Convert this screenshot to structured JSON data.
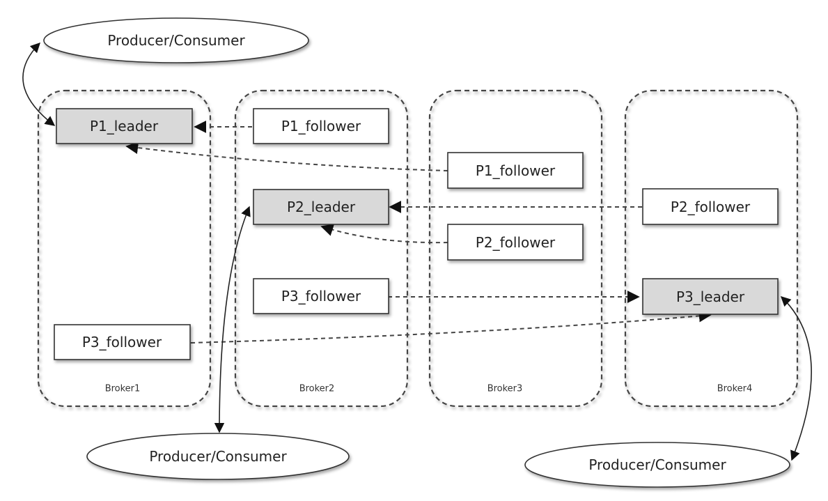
{
  "diagram": {
    "brokers": [
      {
        "id": "broker1",
        "label": "Broker1"
      },
      {
        "id": "broker2",
        "label": "Broker2"
      },
      {
        "id": "broker3",
        "label": "Broker3"
      },
      {
        "id": "broker4",
        "label": "Broker4"
      }
    ],
    "partitions": [
      {
        "id": "b1-p1-leader",
        "label": "P1_leader",
        "role": "leader",
        "broker": "broker1"
      },
      {
        "id": "b1-p3-follower",
        "label": "P3_follower",
        "role": "follower",
        "broker": "broker1"
      },
      {
        "id": "b2-p1-follower",
        "label": "P1_follower",
        "role": "follower",
        "broker": "broker2"
      },
      {
        "id": "b2-p2-leader",
        "label": "P2_leader",
        "role": "leader",
        "broker": "broker2"
      },
      {
        "id": "b2-p3-follower",
        "label": "P3_follower",
        "role": "follower",
        "broker": "broker2"
      },
      {
        "id": "b3-p1-follower",
        "label": "P1_follower",
        "role": "follower",
        "broker": "broker3"
      },
      {
        "id": "b3-p2-follower",
        "label": "P2_follower",
        "role": "follower",
        "broker": "broker3"
      },
      {
        "id": "b4-p2-follower",
        "label": "P2_follower",
        "role": "follower",
        "broker": "broker4"
      },
      {
        "id": "b4-p3-leader",
        "label": "P3_leader",
        "role": "leader",
        "broker": "broker4"
      }
    ],
    "clients": [
      {
        "id": "client-top",
        "label": "Producer/Consumer",
        "connects_to": "b1-p1-leader"
      },
      {
        "id": "client-bottom-left",
        "label": "Producer/Consumer",
        "connects_to": "b2-p2-leader"
      },
      {
        "id": "client-bottom-right",
        "label": "Producer/Consumer",
        "connects_to": "b4-p3-leader"
      }
    ],
    "replication_edges": [
      {
        "from": "b2-p1-follower",
        "to": "b1-p1-leader",
        "style": "dashed"
      },
      {
        "from": "b3-p1-follower",
        "to": "b1-p1-leader",
        "style": "dashed"
      },
      {
        "from": "b4-p2-follower",
        "to": "b2-p2-leader",
        "style": "dashed"
      },
      {
        "from": "b3-p2-follower",
        "to": "b2-p2-leader",
        "style": "dashed"
      },
      {
        "from": "b2-p3-follower",
        "to": "b4-p3-leader",
        "style": "dashed"
      },
      {
        "from": "b1-p3-follower",
        "to": "b4-p3-leader",
        "style": "dashed"
      }
    ],
    "colors": {
      "leader_fill": "#d9d9d9",
      "follower_fill": "#ffffff",
      "stroke": "#333333"
    }
  }
}
